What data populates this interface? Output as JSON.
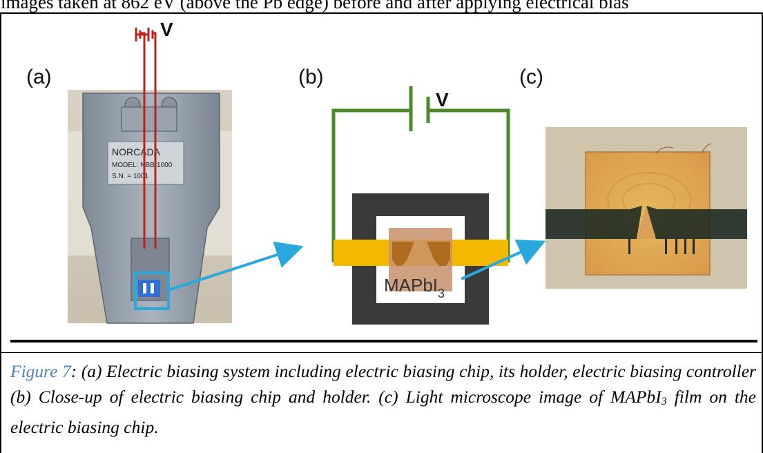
{
  "page": {
    "top_line": "images taken at 862 eV (above the Pb edge) before and after applying electrical bias"
  },
  "panels": {
    "a": {
      "label": "(a)",
      "voltage": "V",
      "plate_brand": "NORCADA",
      "plate_model": "MODEL: NBB-1000",
      "plate_sn": "S.N. = 1001"
    },
    "b": {
      "label": "(b)",
      "voltage": "V",
      "material": "MAPbI",
      "material_sub": "3"
    },
    "c": {
      "label": "(c)"
    }
  },
  "caption": {
    "figure_ref": "Figure 7",
    "text_before_sub": ": (a) Electric biasing system including electric biasing chip, its holder, electric biasing controller (b) Close-up of electric biasing chip and holder. (c) Light microscope image of MAPbI",
    "sub": "3",
    "text_after_sub": " film on the electric biasing chip."
  },
  "colors": {
    "wire_red": "#c0201a",
    "circuit_green": "#4a8a2a",
    "arrow_blue": "#29a8e0",
    "chip_dark": "#3a3a3a",
    "contact_yellow": "#f5b800",
    "film_brown": "#c8906a",
    "caption_blue": "#4f81bd"
  }
}
